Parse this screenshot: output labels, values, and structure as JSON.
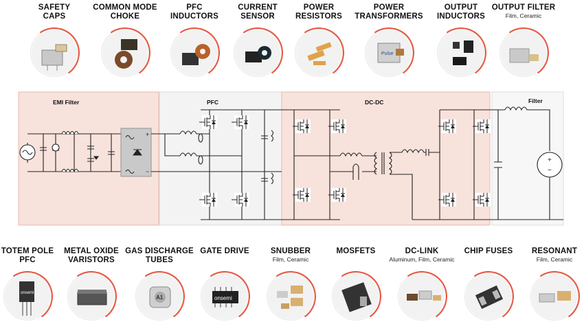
{
  "accent_color": "#e8553e",
  "top_categories": [
    {
      "label_l1": "SAFETY",
      "label_l2": "CAPS",
      "sub": "",
      "icon": "safety-capacitor-icon"
    },
    {
      "label_l1": "COMMON MODE",
      "label_l2": "CHOKE",
      "sub": "",
      "icon": "common-mode-choke-icon"
    },
    {
      "label_l1": "PFC",
      "label_l2": "INDUCTORS",
      "sub": "",
      "icon": "pfc-inductor-icon"
    },
    {
      "label_l1": "CURRENT",
      "label_l2": "SENSOR",
      "sub": "",
      "icon": "current-sensor-icon"
    },
    {
      "label_l1": "POWER",
      "label_l2": "RESISTORS",
      "sub": "",
      "icon": "power-resistor-icon"
    },
    {
      "label_l1": "POWER",
      "label_l2": "TRANSFORMERS",
      "sub": "",
      "icon": "transformer-icon"
    },
    {
      "label_l1": "OUTPUT",
      "label_l2": "INDUCTORS",
      "sub": "",
      "icon": "output-inductor-icon"
    },
    {
      "label_l1": "OUTPUT FILTER",
      "label_l2": "",
      "sub": "Film, Ceramic",
      "icon": "output-filter-capacitor-icon"
    }
  ],
  "bottom_categories": [
    {
      "label_l1": "TOTEM POLE",
      "label_l2": "PFC",
      "sub": "",
      "icon": "to247-transistor-icon"
    },
    {
      "label_l1": "METAL OXIDE",
      "label_l2": "VARISTORS",
      "sub": "",
      "icon": "varistor-icon"
    },
    {
      "label_l1": "GAS DISCHARGE",
      "label_l2": "TUBES",
      "sub": "",
      "icon": "gas-discharge-tube-icon"
    },
    {
      "label_l1": "GATE DRIVE",
      "label_l2": "",
      "sub": "",
      "icon": "gate-driver-ic-icon"
    },
    {
      "label_l1": "SNUBBER",
      "label_l2": "",
      "sub": "Film, Ceramic",
      "icon": "snubber-capacitor-icon"
    },
    {
      "label_l1": "MOSFETS",
      "label_l2": "",
      "sub": "",
      "icon": "mosfet-package-icon"
    },
    {
      "label_l1": "DC-LINK",
      "label_l2": "",
      "sub": "Aluminum, Film, Ceramic",
      "icon": "dc-link-capacitor-icon"
    },
    {
      "label_l1": "CHIP FUSES",
      "label_l2": "",
      "sub": "",
      "icon": "chip-fuse-icon"
    },
    {
      "label_l1": "RESONANT",
      "label_l2": "",
      "sub": "Film, Ceramic",
      "icon": "resonant-capacitor-icon"
    }
  ],
  "package_marks": {
    "gate_driver_brand": "onsemi",
    "to247_brand": "onsemi",
    "gdt_mark": "A1",
    "transformer_brand": "Pulse"
  },
  "blocks": [
    {
      "label": "EMI Filter",
      "fill": "#f8e2dc"
    },
    {
      "label": "PFC",
      "fill": "#f3f3f3"
    },
    {
      "label": "DC-DC",
      "fill": "#f8e2dc"
    },
    {
      "label": "Filter",
      "fill": "#f7f7f7"
    }
  ]
}
